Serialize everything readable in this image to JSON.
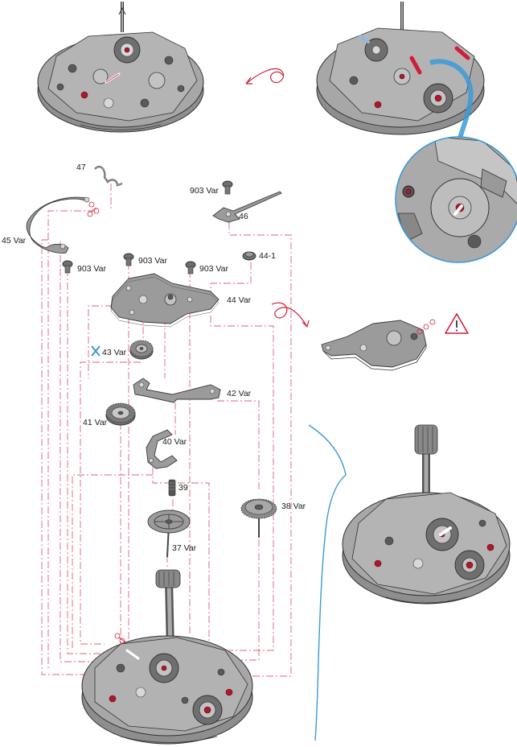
{
  "labels": {
    "p47": "47",
    "p45": "45 Var",
    "p903a": "903 Var",
    "p46": "46",
    "p903b": "903 Var",
    "p903c": "903 Var",
    "p903d": "903 Var",
    "p44_1": "44-1",
    "p44": "44 Var",
    "p43": "43 Var",
    "p42": "42 Var",
    "p41": "41 Var",
    "p40": "40 Var",
    "p39": "39",
    "p38": "38 Var",
    "p37": "37 Var"
  },
  "colors": {
    "guide": "#e0607a",
    "arrow": "#d01e38",
    "callout": "#3a9ad8",
    "part": "#9b9b9b",
    "jewel": "#b0172a"
  },
  "icons": {
    "warning": "warning-triangle-icon",
    "rotate": "rotate-arrow-icon",
    "x_mark": "x-mark-icon"
  }
}
